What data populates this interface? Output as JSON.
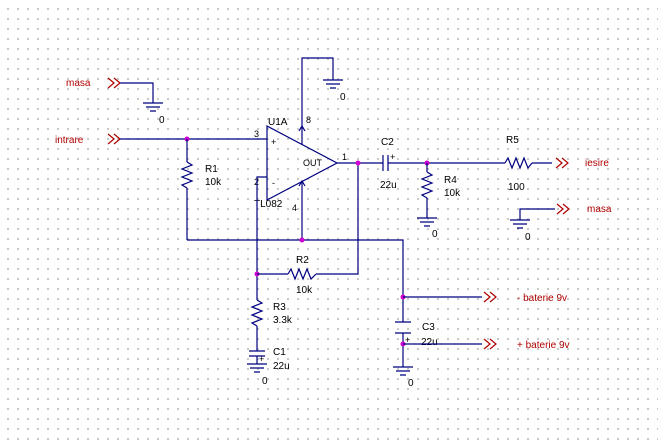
{
  "ports": {
    "masa_top": "masa",
    "intrare": "intrare",
    "iesire": "iesire",
    "masa_right": "masa",
    "baterie_minus": "- baterie 9v",
    "baterie_plus": "+ baterie 9v"
  },
  "ground_label": "0",
  "opamp": {
    "refdes": "U1A",
    "part": "TL082",
    "out_label": "OUT",
    "pin_plus_input": "3",
    "pin_minus_input": "2",
    "pin_output": "1",
    "pin_v_minus": "4",
    "pin_v_plus": "8",
    "plus_sign": "+",
    "minus_sign": "-"
  },
  "components": {
    "R1": {
      "name": "R1",
      "value": "10k"
    },
    "R2": {
      "name": "R2",
      "value": "10k"
    },
    "R3": {
      "name": "R3",
      "value": "3.3k"
    },
    "R4": {
      "name": "R4",
      "value": "10k"
    },
    "R5": {
      "name": "R5",
      "value": "100"
    },
    "C1": {
      "name": "C1",
      "value": "22u"
    },
    "C2": {
      "name": "C2",
      "value": "22u"
    },
    "C3": {
      "name": "C3",
      "value": "22u"
    }
  },
  "colors": {
    "wire": "#000080",
    "port": "#b00000",
    "junction": "#d000d0"
  }
}
